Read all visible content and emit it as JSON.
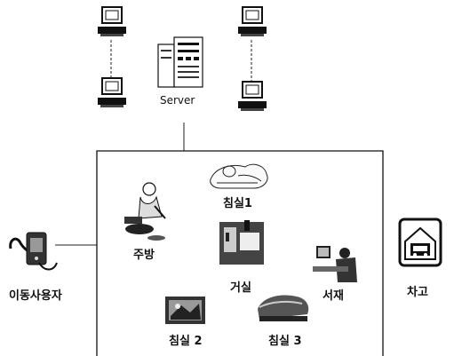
{
  "labels": {
    "server": "Server",
    "bedroom1": "침실1",
    "kitchen": "주방",
    "living_room": "거실",
    "study": "서재",
    "bedroom2": "침실 2",
    "bedroom3": "침실 3",
    "mobile_user": "이동사용자",
    "garage": "차고"
  },
  "icons": {
    "pc": "desktop-computer-icon",
    "server": "server-tower-icon",
    "mobile": "handheld-pda-icon",
    "garage": "garage-car-icon"
  }
}
